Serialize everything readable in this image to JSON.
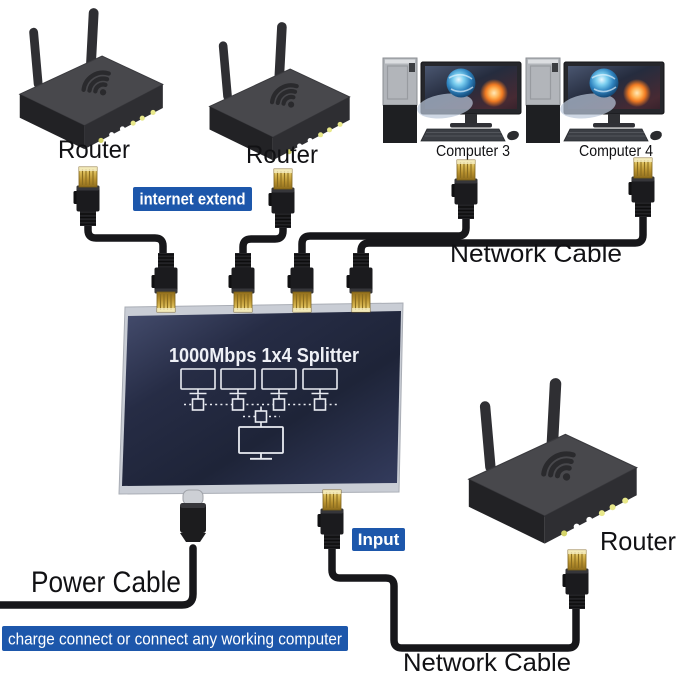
{
  "diagram": {
    "device_title": "1000Mbps 1x4 Splitter",
    "labels": {
      "router1": "Router",
      "router2": "Router",
      "router3": "Router",
      "computer3": "Computer 3",
      "computer4": "Computer 4",
      "internet_extend": "internet extend",
      "input": "Input",
      "banner": "charge connect or connect any working computer",
      "network_cable_top": "Network Cable",
      "network_cable_bottom": "Network Cable",
      "power_cable": "Power Cable"
    },
    "colors": {
      "label_blue": "#1d57ab",
      "cable_black": "#17171a",
      "splitter_navy": "#262c45",
      "splitter_rim_silver": "#c9cdd5",
      "rj45_gold": "#d9b954",
      "led_yellow": "#e8e88a",
      "led_white": "#ffffff",
      "background": "#ffffff"
    },
    "icons": {
      "wifi": "wifi-icon",
      "rj45": "rj45-connector-icon",
      "usb_c": "usb-c-connector-icon",
      "monitor": "monitor-icon",
      "network_node": "network-node-icon",
      "antenna": "antenna-icon"
    }
  }
}
